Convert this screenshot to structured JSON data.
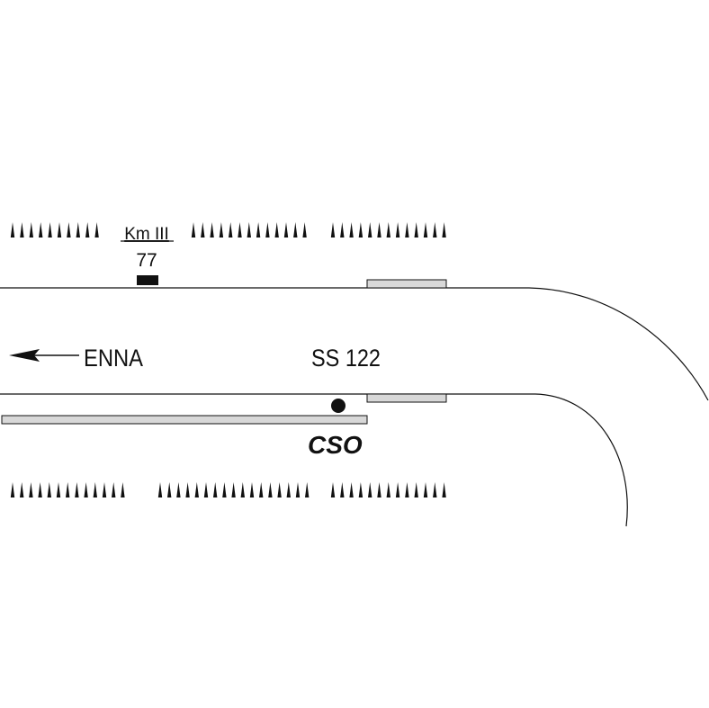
{
  "km_marker": {
    "label": "Km III",
    "value": "77"
  },
  "direction": {
    "label": "ENNA",
    "icon": "arrow-left-icon"
  },
  "road": {
    "label": "SS 122"
  },
  "point": {
    "label": "CSO"
  },
  "colors": {
    "line": "#111111",
    "barrier_fill": "#d8d8d8",
    "marker": "#111111"
  }
}
